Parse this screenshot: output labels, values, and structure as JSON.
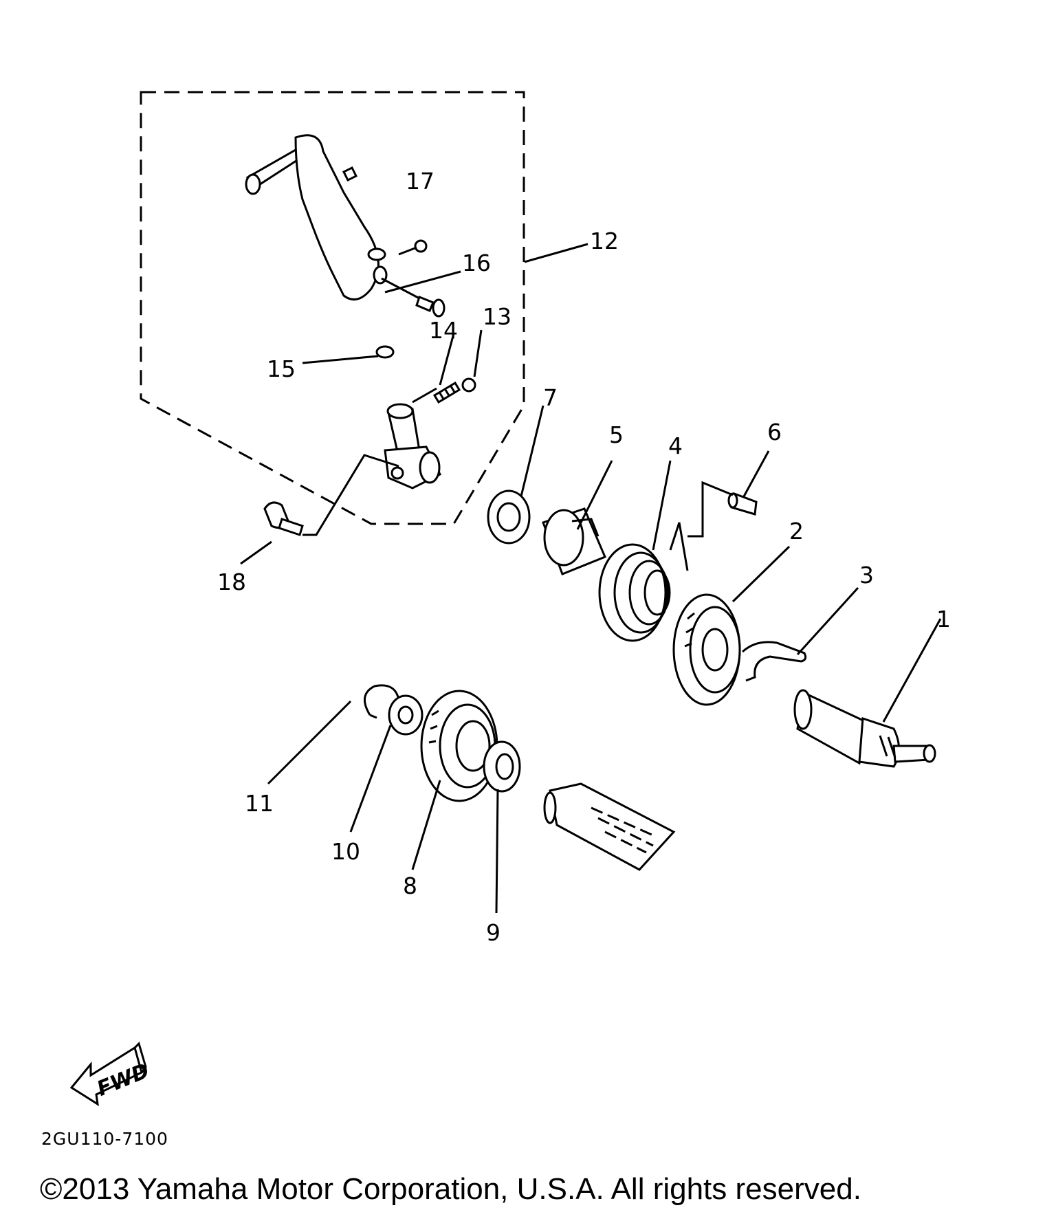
{
  "diagram": {
    "callouts": [
      {
        "id": "1",
        "label": "1"
      },
      {
        "id": "2",
        "label": "2"
      },
      {
        "id": "3",
        "label": "3"
      },
      {
        "id": "4",
        "label": "4"
      },
      {
        "id": "5",
        "label": "5"
      },
      {
        "id": "6",
        "label": "6"
      },
      {
        "id": "7",
        "label": "7"
      },
      {
        "id": "8",
        "label": "8"
      },
      {
        "id": "9",
        "label": "9"
      },
      {
        "id": "10",
        "label": "10"
      },
      {
        "id": "11",
        "label": "11"
      },
      {
        "id": "12",
        "label": "12"
      },
      {
        "id": "13",
        "label": "13"
      },
      {
        "id": "14",
        "label": "14"
      },
      {
        "id": "15",
        "label": "15"
      },
      {
        "id": "16",
        "label": "16"
      },
      {
        "id": "17",
        "label": "17"
      },
      {
        "id": "18",
        "label": "18"
      }
    ],
    "direction_label": "FWD",
    "diagram_code": "2GU110-7100",
    "copyright": "©2013 Yamaha Motor Corporation, U.S.A. All rights reserved."
  }
}
